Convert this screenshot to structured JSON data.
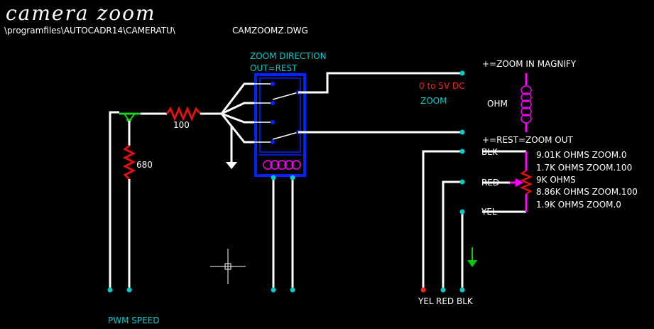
{
  "title": "camera  zoom",
  "path": "\\programfiles\\AUTOCADR14\\CAMERATU\\",
  "filename": "CAMZOOMZ.DWG",
  "labels": {
    "zoom_direction": "ZOOM DIRECTION",
    "out_rest": "OUT=REST",
    "resistor_100": "100",
    "resistor_680": "680",
    "voltage": "0  to  5V DC",
    "zoom": "ZOOM",
    "ohm": "OHM",
    "zoom_in": "+=ZOOM  IN  MAGNIFY",
    "zoom_out": "+=REST=ZOOM  OUT",
    "blk": "BLK",
    "red": "RED",
    "yel": "YEL",
    "pwm_speed": "PWM  SPEED",
    "bottom_yel": "YEL",
    "bottom_red": "RED",
    "bottom_blk": "BLK"
  },
  "readings": [
    "9.01K  OHMS   ZOOM.0",
    "1.7K  OHMS    ZOOM.100",
    "9K  OHMS",
    "8.86K  OHMS  ZOOM.100",
    "1.9K  OHMS    ZOOM.0"
  ],
  "colors": {
    "background": "#000000",
    "wire": "#ffffff",
    "node": "#00cccc",
    "resistor": "#dd1111",
    "transistor": "#22cc22",
    "relay": "#0022ff",
    "label": "#00cccc",
    "magenta": "#ff00ff",
    "arrow_green": "#00cc00",
    "text_white": "#ffffff",
    "text_red": "#ff2222",
    "title_white": "#ffffff"
  }
}
